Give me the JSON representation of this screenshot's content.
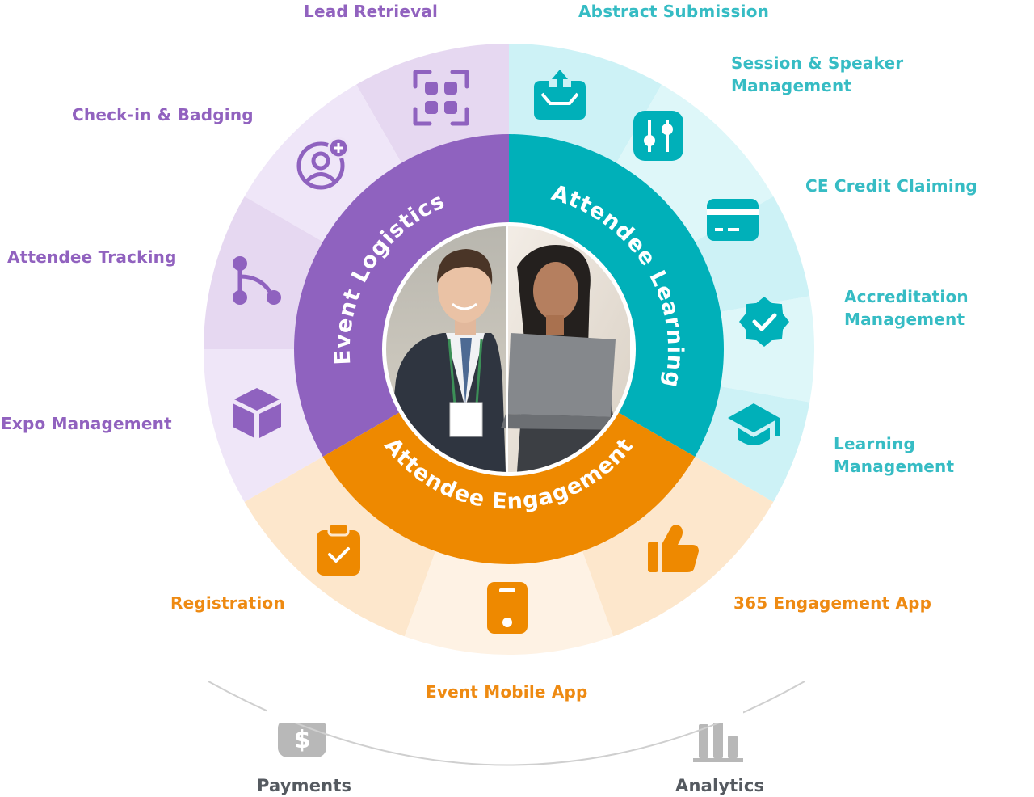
{
  "colors": {
    "purple": "#8f62bf",
    "teal": "#00b0b9",
    "orange": "#ee8900",
    "purple_light": "#ede3f6",
    "teal_light": "#d2f4f7",
    "orange_light": "#fde7cc",
    "gray": "#9b9b9b"
  },
  "core_ring": [
    {
      "label": "Event Logistics"
    },
    {
      "label": "Attendee Learning"
    },
    {
      "label": "Attendee Engagement"
    }
  ],
  "modules": [
    {
      "label": "Lead Retrieval",
      "icon": "qr-grid-icon"
    },
    {
      "label": "Check-in & Badging",
      "icon": "user-add-icon"
    },
    {
      "label": "Attendee Tracking",
      "icon": "route-icon"
    },
    {
      "label": "Expo Management",
      "icon": "cube-icon"
    },
    {
      "label": "Abstract Submission",
      "icon": "tray-upload-icon"
    },
    {
      "label": "Session & Speaker\nManagement",
      "icon": "sliders-icon"
    },
    {
      "label": "CE Credit Claiming",
      "icon": "credit-card-icon"
    },
    {
      "label": "Accreditation\nManagement",
      "icon": "verified-badge-icon"
    },
    {
      "label": "Learning\nManagement",
      "icon": "graduation-cap-icon"
    },
    {
      "label": "Registration",
      "icon": "clipboard-check-icon"
    },
    {
      "label": "Event Mobile App",
      "icon": "smartphone-icon"
    },
    {
      "label": "365 Engagement App",
      "icon": "thumbs-up-icon"
    }
  ],
  "footer": [
    {
      "label": "Payments",
      "icon": "wallet-dollar-icon"
    },
    {
      "label": "Analytics",
      "icon": "bar-chart-icon"
    }
  ],
  "center_image": {
    "subject": "two attendees — smiling man in suit with lanyard, woman using a laptop"
  }
}
